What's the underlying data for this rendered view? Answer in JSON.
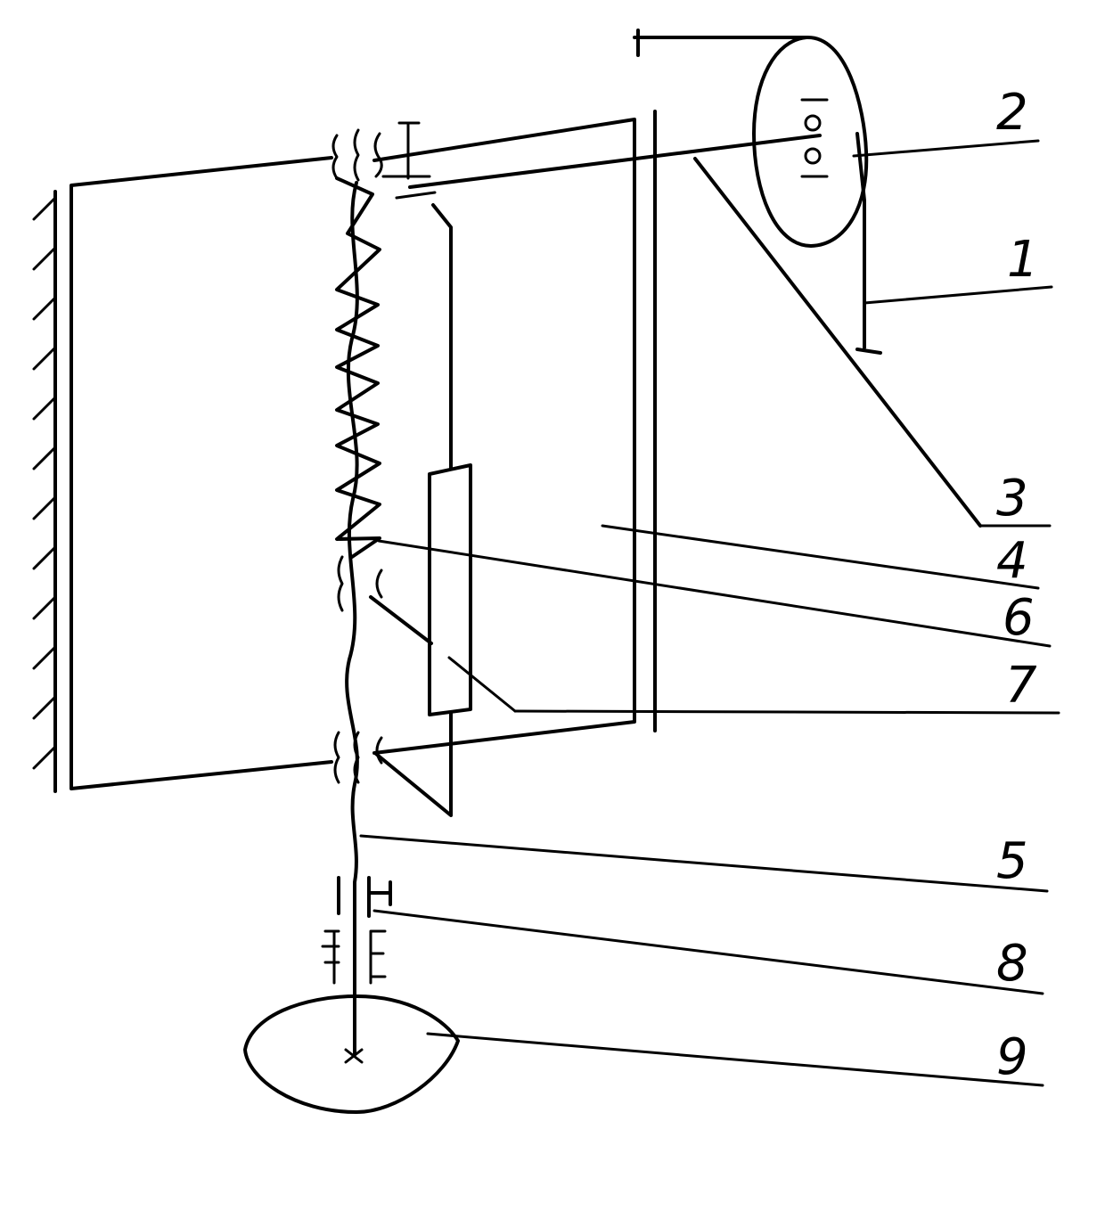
{
  "figure": {
    "callouts": [
      {
        "id": "1",
        "label": "1"
      },
      {
        "id": "2",
        "label": "2"
      },
      {
        "id": "3",
        "label": "3"
      },
      {
        "id": "4",
        "label": "4"
      },
      {
        "id": "6",
        "label": "6"
      },
      {
        "id": "7",
        "label": "7"
      },
      {
        "id": "5",
        "label": "5"
      },
      {
        "id": "8",
        "label": "8"
      },
      {
        "id": "9",
        "label": "9"
      }
    ]
  }
}
